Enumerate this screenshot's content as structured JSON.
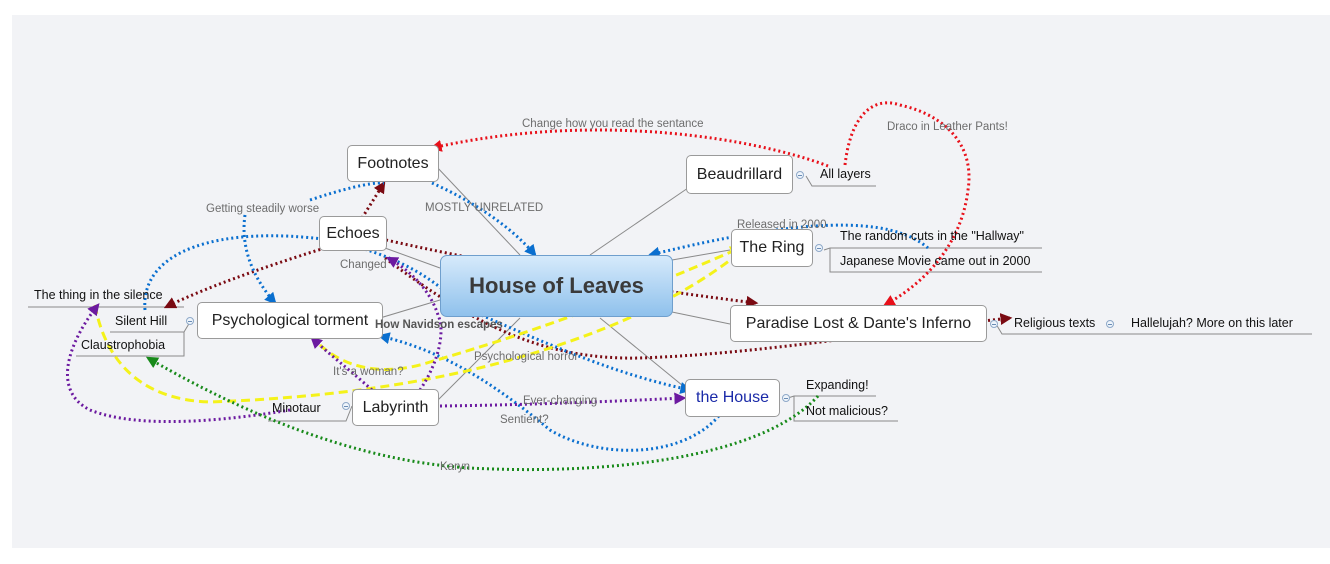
{
  "central_topic": "House of Leaves",
  "topics": {
    "footnotes": "Footnotes",
    "echoes": "Echoes",
    "psych_torment": "Psychological torment",
    "labyrinth": "Labyrinth",
    "beaudrillard": "Beaudrillard",
    "the_ring": "The Ring",
    "paradise_lost": "Paradise Lost & Dante's Inferno",
    "the_house": "the House"
  },
  "subtopics": {
    "all_layers": "All layers",
    "random_cuts": "The random cuts in the \"Hallway\"",
    "japanese_movie": "Japanese Movie came out in 2000",
    "religious_texts": "Religious texts",
    "hallelujah": "Hallelujah?  More on this later",
    "expanding": "Expanding!",
    "not_malicious": "Not malicious?",
    "silent_hill": "Silent Hill",
    "claustrophobia": "Claustrophobia",
    "thing_in_silence": "The thing in the silence",
    "minotaur": "Minotaur"
  },
  "relationships": {
    "change_read": "Change how you read the sentance",
    "draco": "Draco in Leather Pants!",
    "getting_worse": "Getting steadily worse",
    "mostly_unrelated": "MOSTLY UNRELATED",
    "released_2000": "Released in 2000",
    "changed": "Changed",
    "navidson": "How Navidson escapes",
    "psych_horror": "Psychological horror",
    "woman": "It's a woman?",
    "ever_changing": "Ever-changing",
    "sentient": "Sentient?",
    "karyn": "Karyn"
  },
  "colors": {
    "red": "#e8101a",
    "dark_red": "#7a0a12",
    "blue": "#0a6fcf",
    "yellow": "#f4f21a",
    "purple": "#6c1aa0",
    "green": "#188a1a",
    "connector": "#8a8a8a",
    "canvas": "#f2f3f6"
  }
}
